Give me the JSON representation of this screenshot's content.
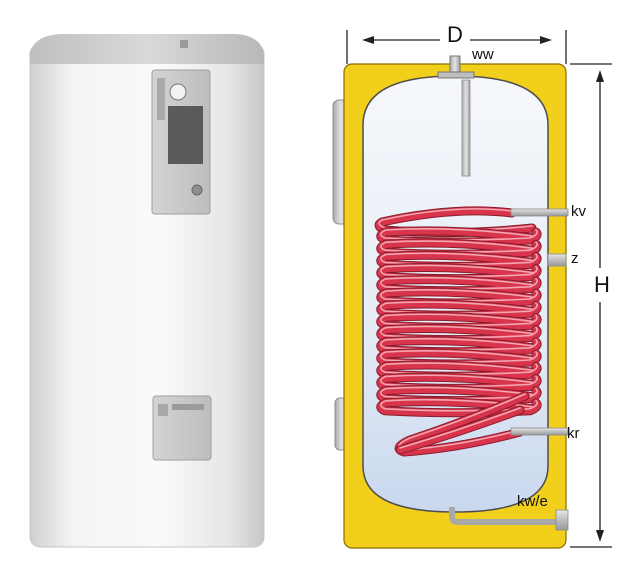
{
  "labels": {
    "diameter": "D",
    "height": "H",
    "hot_water": "ww",
    "coil_flow": "kv",
    "circulation": "z",
    "coil_return": "kr",
    "cold_water_drain": "kw/e"
  },
  "colors": {
    "insulation": "#f1cf1a",
    "coil": "#d8354c",
    "tank_body": "#efefef",
    "water_top": "#f6f8fb",
    "water_bottom": "#c9d8ef",
    "fittings": "#c8c8c8"
  }
}
